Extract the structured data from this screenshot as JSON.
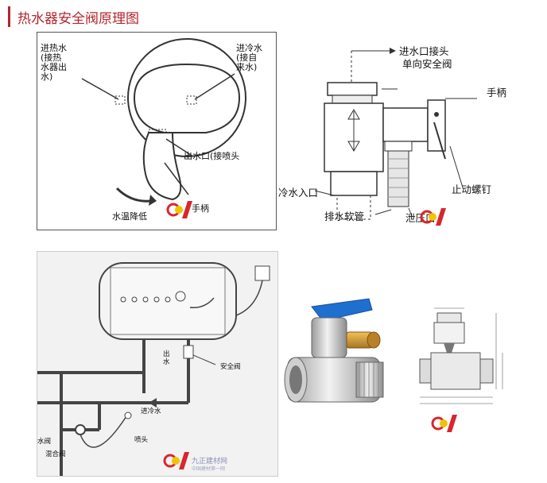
{
  "title": "热水器安全阀原理图",
  "faucet": {
    "hot_in": "进热水\n(接热\n水器出\n水)",
    "cold_in": "进冷水\n(接自\n来水)",
    "outlet": "出水口(接喷头",
    "handle": "手柄",
    "temp_down": "水温降低"
  },
  "valve": {
    "inlet_joint": "进水口接头",
    "check_valve": "单向安全阀",
    "handle": "手柄",
    "cold_inlet": "冷水入口",
    "drain_hose": "排水软管",
    "drain_outlet": "泄压口",
    "stop_screw": "止动螺钉"
  },
  "heater": {
    "outlet": "出\n水",
    "safety_valve": "安全阀",
    "inlet": "进冷水",
    "valve_left": "水阀",
    "mixing_valve": "混合阀",
    "shower": "喷头"
  },
  "watermark": {
    "text": "九正建材网",
    "sub": "中国建材第一网"
  },
  "colors": {
    "accent": "#b3262d",
    "handle_blue": "#1f6fd1",
    "brass": "#c9952c",
    "chrome": "#c8c8c8"
  }
}
